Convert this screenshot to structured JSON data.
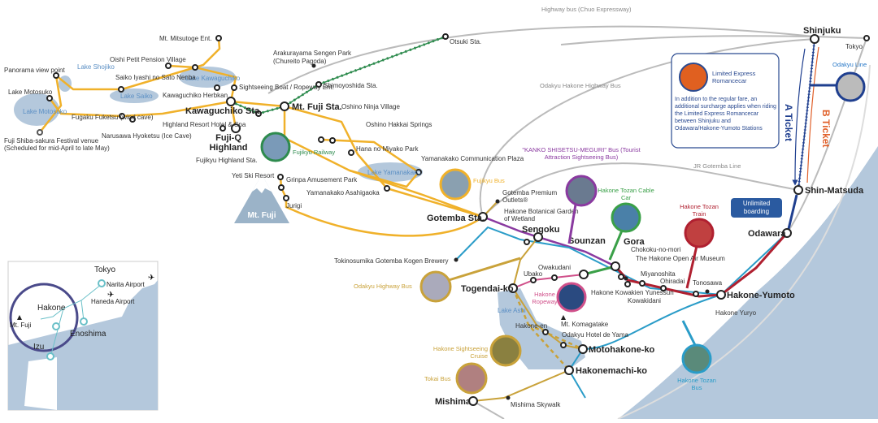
{
  "colors": {
    "fujikyu_bus": "#f0b12a",
    "fujikyu_railway": "#2e8b4e",
    "odakyu": "#1f3f8f",
    "b_ticket": "#e0602a",
    "tozan_train": "#b02030",
    "ropeway": "#d0508a",
    "cable_car": "#3aa048",
    "tozan_bus": "#2a9cc8",
    "kanko_bus": "#8a3aa0",
    "highway_bus": "#c9a23a",
    "jr": "#bbbbbb",
    "lake": "#b4c8dc"
  },
  "routes": {
    "highway_bus": "Highway bus (Chuo Expressway)",
    "odakyu_hakone_highway_bus": "Odakyu Hakone Highway Bus",
    "jr_gotemba": "JR Gotemba Line"
  },
  "lakes": {
    "shojiko": "Lake Shojiko",
    "motosuko": "Lake Motosuko",
    "saiko": "Lake Saiko",
    "kawaguchiko": "Lake Kawaguchiko",
    "yamanakako": "Lake Yamanakako",
    "ashi": "Lake Ashi"
  },
  "places": {
    "mitsutoge": "Mt. Mitsutoge Ent.",
    "oishi": "Oishi Petit Pension Village",
    "panorama": "Panorama view point",
    "motosuko": "Lake Motosuko",
    "saiko_iyashi": "Saiko Iyashi no Sato Nenba",
    "herbkan": "Kawaguchiko Herbkan",
    "sightseeing_boat": "Sightseeing Boat / Ropeway Ent.",
    "kawaguchiko_sta": "Kawaguchiko Sta.",
    "fujiq": "Fuji-Q Highland",
    "highland_resort": "Highland Resort Hotel & Spa",
    "fujikyu_highland_sta": "Fujikyu Highland Sta.",
    "fugaku": "Fugaku Fuketsu (wind cave)",
    "narusawa": "Narusawa Hyoketsu (Ice Cave)",
    "shibazakura_1": "Fuji Shiba-sakura Festival venue",
    "shibazakura_2": "(Scheduled for mid-April to late May)",
    "arakurayama_1": "Arakurayama Sengen Park",
    "arakurayama_2": "(Chureito Pagoda)",
    "shimoyoshida": "Shimoyoshida Sta.",
    "mtfuji_sta": "Mt. Fuji Sta.",
    "otsuki": "Otsuki Sta.",
    "ninja": "Oshino Ninja Village",
    "hakkai": "Oshino Hakkai Springs",
    "hana": "Hana no Miyako Park",
    "comm_plaza": "Yamanakako Communication Plaza",
    "yeti": "Yeti Ski Resort",
    "grinpa": "Grinpa Amusement Park",
    "asahigaoka": "Yamanakako Asahigaoka",
    "jurigi": "Jurigi",
    "mtfuji": "Mt. Fuji",
    "gotemba": "Gotemba Sta.",
    "outlets": "Gotemba Premium Outlets®",
    "botanical": "Hakone Botanical Garden of Wetland",
    "brewery": "Tokinosumika Gotemba Kogen Brewery",
    "sengoku": "Sengoku",
    "sounzan": "Sounzan",
    "gora": "Gora",
    "chokoku": "Chokoku-no-mori",
    "open_air": "The Hakone Open Air Museum",
    "miyanoshita": "Miyanoshita",
    "ohiradai": "Ohiradai",
    "kowakidani": "Kowakidani",
    "yunessun": "Hakone Kowakien Yunessun",
    "owakudani": "Owakudani",
    "ubako": "Ubako",
    "togendai": "Togendai-ko",
    "komagatake": "Mt. Komagatake",
    "hakone_en": "Hakone-en",
    "hotel_yama": "Odakyu Hotel de Yama",
    "motohakone": "Motohakone-ko",
    "hakonemachi": "Hakonemachi-ko",
    "mishima": "Mishima",
    "skywalk": "Mishima Skywalk",
    "tonosawa": "Tonosawa",
    "yumoto": "Hakone-Yumoto",
    "yuryo": "Hakone Yuryo",
    "odawara": "Odawara",
    "shinmatsuda": "Shin-Matsuda",
    "shinjuku": "Shinjuku",
    "tokyo": "Tokyo"
  },
  "transport": {
    "fujikyu_railway": "Fujikyu Railway",
    "fujikyu_bus": "Fujikyu Bus",
    "kanko_bus": "\"KANKO SHISETSU-MEGURI\" Bus (Tourist Attraction Sightseeing Bus)",
    "cable_car": "Hakone Tozan Cable Car",
    "tozan_train": "Hakone Tozan Train",
    "ropeway": "Hakone Ropeway",
    "highway_bus": "Odakyu Highway Bus",
    "cruise": "Hakone Sightseeing Cruise",
    "tokai_bus": "Tokai Bus",
    "tozan_bus": "Hakone Tozan Bus",
    "odakyu_line": "Odakyu Line"
  },
  "tickets": {
    "a": "A Ticket",
    "b": "B Ticket",
    "unlimited": "Unlimited boarding"
  },
  "romancecar": {
    "title": "Limited Express Romancecar",
    "note": "In addition to the regular fare, an additional surcharge applies when riding the Limited Express Romancecar between Shinjuku and Odawara/Hakone-Yumoto Stations"
  },
  "inset": {
    "tokyo": "Tokyo",
    "narita": "Narita Airport",
    "haneda": "Haneda Airport",
    "hakone": "Hakone",
    "mtfuji": "Mt. Fuji",
    "enoshima": "Enoshima",
    "izu": "Izu"
  }
}
